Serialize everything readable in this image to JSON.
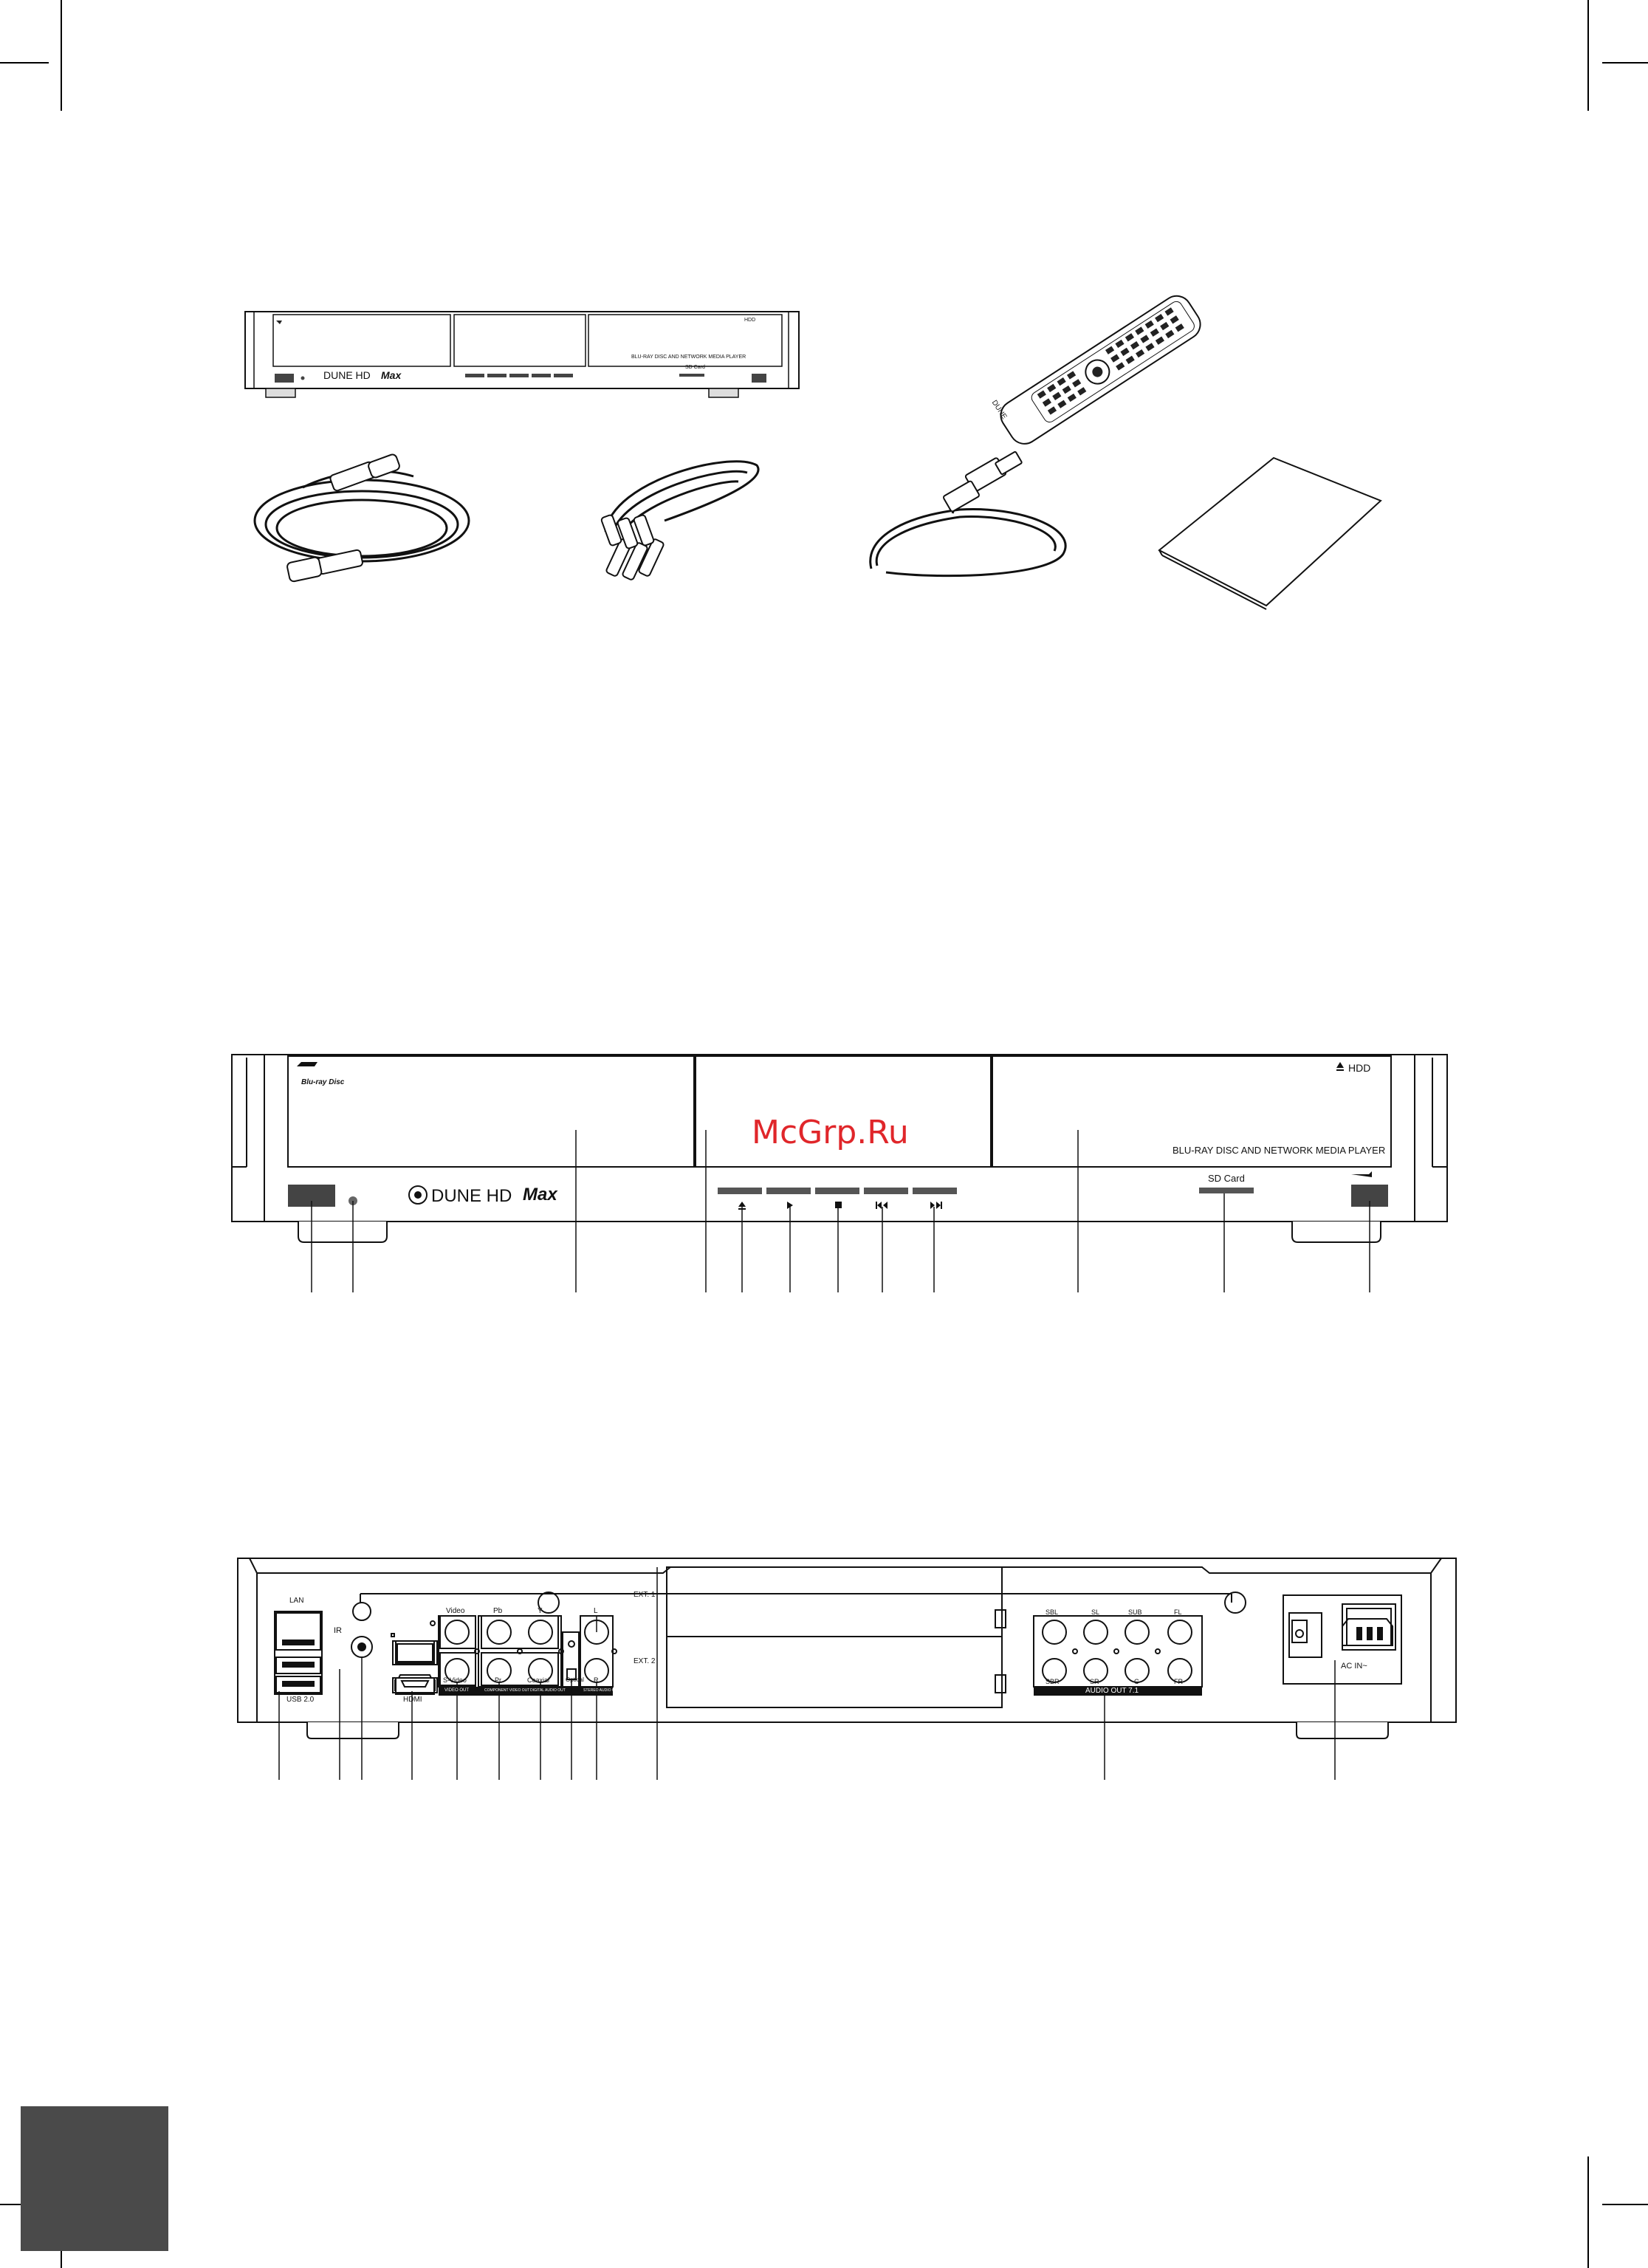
{
  "watermark": "McGrp.Ru",
  "front_panel": {
    "blu_ray_logo": "Blu-ray Disc",
    "hdd": "HDD",
    "subtitle": "BLU-RAY DISC AND NETWORK MEDIA PLAYER",
    "sd_card": "SD Card",
    "brand_main": "DUNE HD",
    "brand_model": "Max"
  },
  "small_player": {
    "subtitle": "BLU-RAY DISC AND NETWORK MEDIA PLAYER",
    "sd_card": "SD Card",
    "hdd": "HDD",
    "brand_main": "DUNE HD",
    "brand_model": "Max"
  },
  "remote": {
    "brand": "DUNE"
  },
  "rear_panel": {
    "lan": "LAN",
    "usb": "USB 2.0",
    "ir": "IR",
    "hdmi": "HDMI",
    "video": "Video",
    "svideo": "S-Video",
    "video_out": "VIDEO OUT",
    "pb": "Pb",
    "y": "Y",
    "pr": "Pr",
    "component_out": "COMPONENT VIDEO OUT",
    "coaxial": "Coaxial",
    "optical": "Optical",
    "digital_audio": "DIGITAL AUDIO OUT",
    "l": "L",
    "r": "R",
    "stereo_out": "STEREO AUDIO OUT",
    "ext1": "EXT. 1",
    "ext2": "EXT. 2",
    "sbl": "SBL",
    "sl": "SL",
    "sub": "SUB",
    "fl": "FL",
    "sbr": "SBR",
    "sr": "SR",
    "c": "C",
    "fr": "FR",
    "audio_out": "AUDIO OUT 7.1",
    "ac_in": "AC IN~"
  }
}
